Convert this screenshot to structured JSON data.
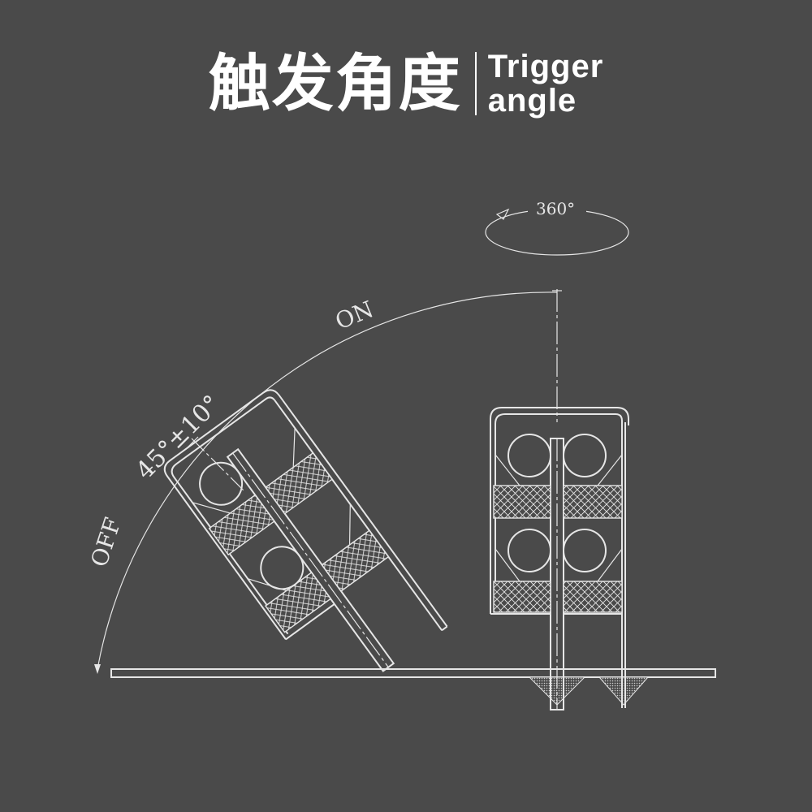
{
  "header": {
    "title_cn": "触发角度",
    "title_en_line1": "Trigger",
    "title_en_line2": "angle"
  },
  "diagram": {
    "rotation_label": "360°",
    "on_label": "ON",
    "off_label": "OFF",
    "angle_label": "45°±10°",
    "colors": {
      "background": "#4a4a4a",
      "line": "#e6e6e6",
      "text": "#ffffff"
    }
  }
}
